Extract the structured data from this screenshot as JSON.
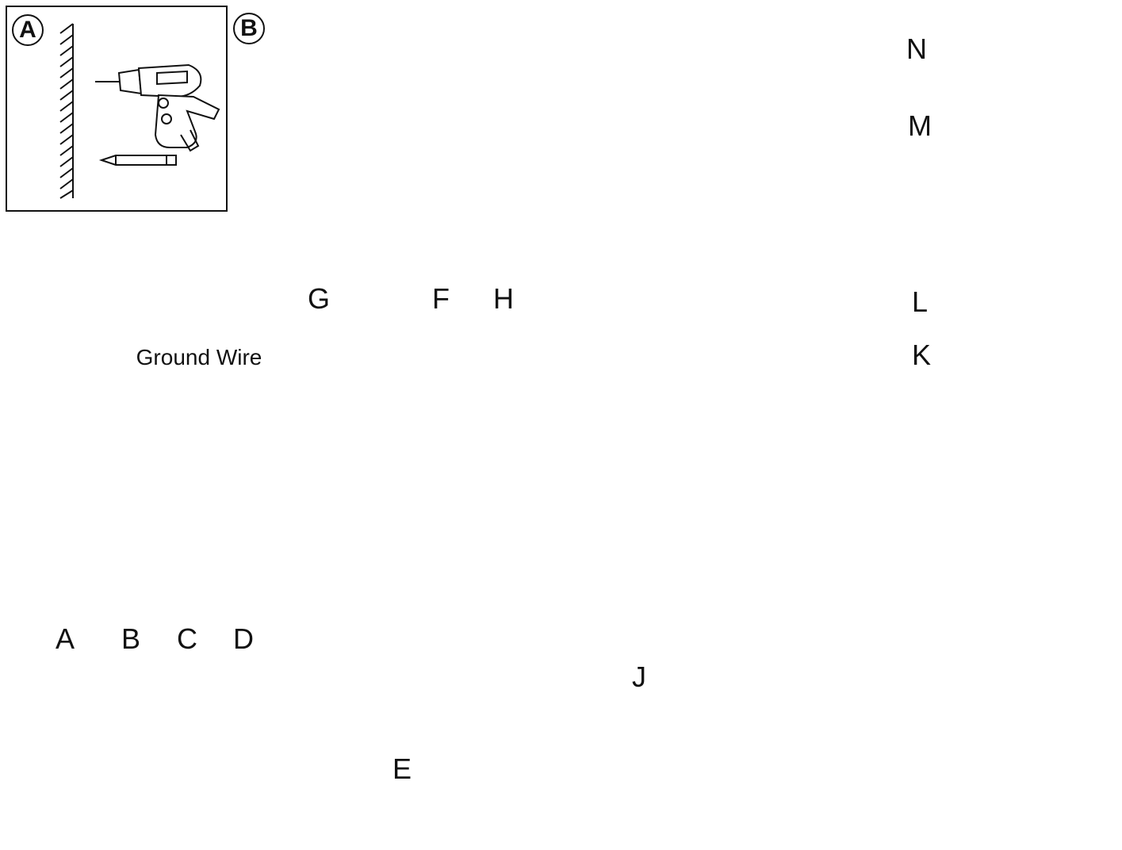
{
  "tool_panels": {
    "panel_a_badge": "A",
    "panel_b_badge": "B"
  },
  "labels": {
    "ground_wire": "Ground Wire",
    "A": "A",
    "B": "B",
    "C": "C",
    "D": "D",
    "E": "E",
    "F": "F",
    "G": "G",
    "H": "H",
    "J": "J",
    "K": "K",
    "L": "L",
    "M": "M",
    "N": "N"
  },
  "colors": {
    "line": "#111111",
    "guide_red": "#e02020",
    "background": "#ffffff"
  },
  "icons": [
    "drill-icon",
    "pencil-icon",
    "anchor-icon",
    "hammer-icon",
    "bulb-icon",
    "plug-icon",
    "qr-code-icon",
    "rotate-arrow-icon"
  ]
}
